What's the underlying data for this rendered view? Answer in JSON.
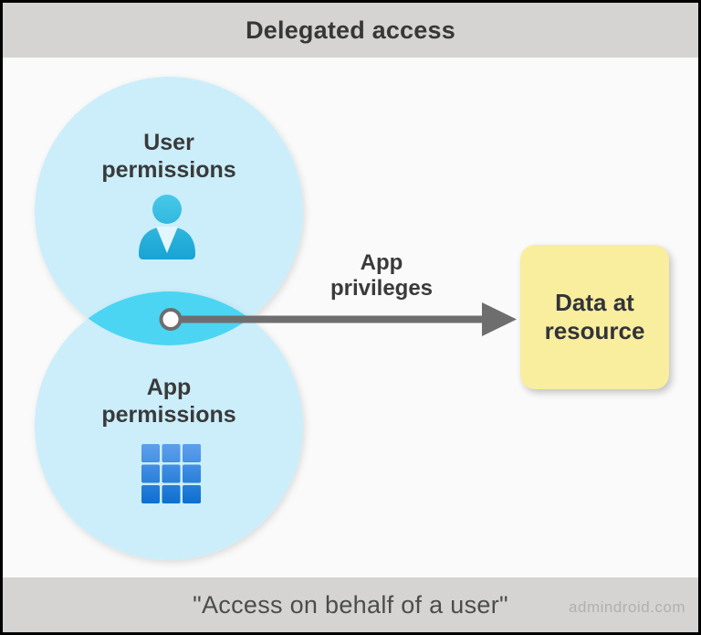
{
  "title": "Delegated access",
  "venn": {
    "top_circle": {
      "label": "User\npermissions",
      "icon": "person-icon"
    },
    "bottom_circle": {
      "label": "App\npermissions",
      "icon": "app-grid-icon"
    }
  },
  "arrow": {
    "label": "App\nprivileges"
  },
  "resource_box": {
    "label": "Data at\nresource"
  },
  "footer": {
    "caption": "\"Access on behalf of a user\"",
    "watermark": "admindroid.com"
  },
  "colors": {
    "bar_gray": "#d5d4d2",
    "canvas_bg": "#fafafa",
    "circle_fill": "#cbeefa",
    "overlap_fill": "#4bd5f2",
    "arrow_gray": "#6e6e6e",
    "box_yellow": "#f8ee9e",
    "text_dark": "#3a3a3a",
    "person_icon_top": "#49c9e9",
    "person_icon_bottom": "#17a2d3",
    "grid_icon_top": "#61a0ec",
    "grid_icon_bottom": "#0c6fd0"
  }
}
